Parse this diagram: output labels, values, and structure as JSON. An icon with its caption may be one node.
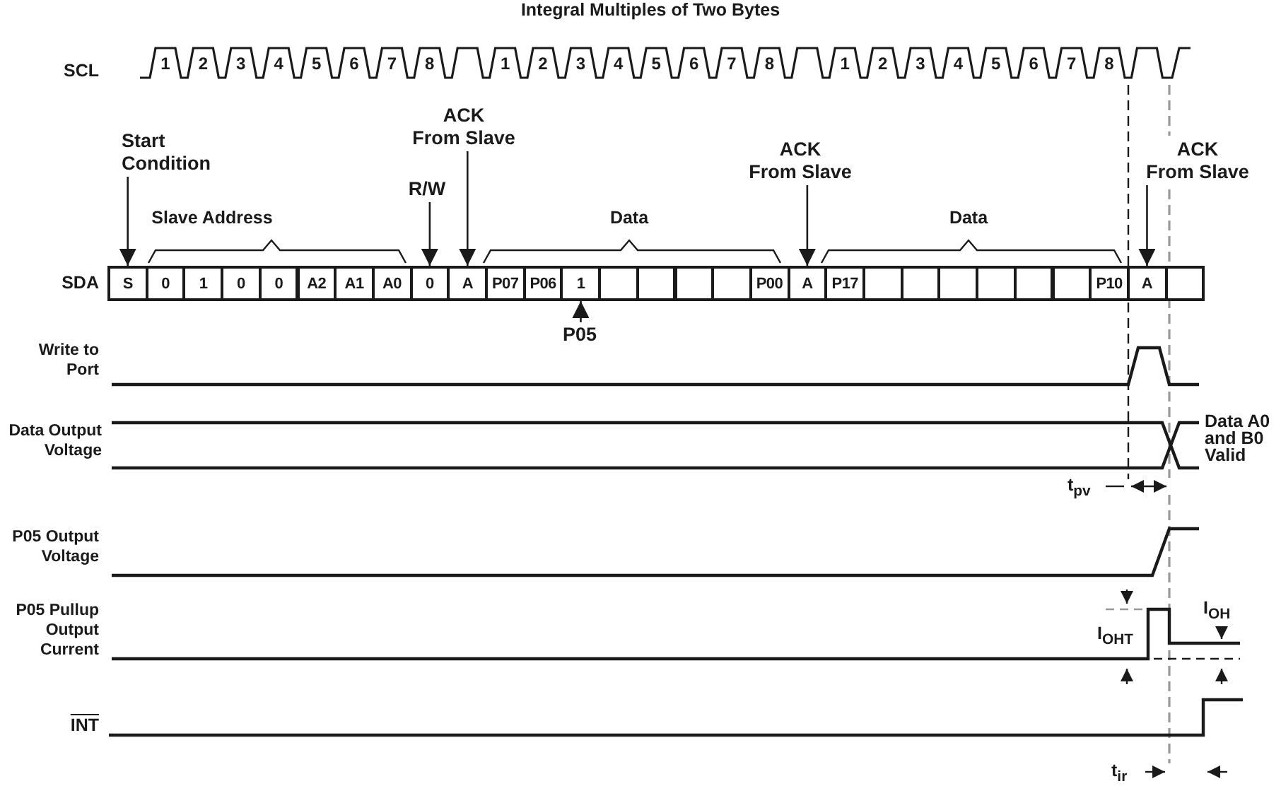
{
  "diagram": {
    "title": "Integral Multiples of Two Bytes",
    "nodes": [
      {
        "text": [
          "Start Condition"
        ]
      },
      {
        "text": [
          "R/W"
        ]
      },
      {
        "text": [
          "ACK",
          "From Slave"
        ]
      },
      {
        "text": [
          "ACK",
          "From Slave"
        ]
      },
      {
        "text": [
          "ACK",
          "From Slave"
        ]
      },
      {
        "text": [
          "S"
        ]
      },
      {
        "text": [
          "0"
        ]
      },
      {
        "text": [
          "1"
        ]
      },
      {
        "text": [
          "0"
        ]
      },
      {
        "text": [
          "0"
        ]
      },
      {
        "text": [
          "A2"
        ]
      },
      {
        "text": [
          "A1"
        ]
      },
      {
        "text": [
          "A0"
        ]
      },
      {
        "text": [
          "0"
        ]
      },
      {
        "text": [
          "A"
        ]
      },
      {
        "text": [
          "P07"
        ]
      },
      {
        "text": [
          "P06"
        ]
      },
      {
        "text": [
          "1"
        ]
      },
      {
        "text": [],
        "shape": "box"
      },
      {
        "text": [],
        "shape": "box"
      },
      {
        "text": [],
        "shape": "box"
      },
      {
        "text": [],
        "shape": "box"
      },
      {
        "text": [
          "P00"
        ]
      },
      {
        "text": [
          "A"
        ]
      },
      {
        "text": [
          "P17"
        ]
      },
      {
        "text": [],
        "shape": "box"
      },
      {
        "text": [],
        "shape": "box"
      },
      {
        "text": [],
        "shape": "box"
      },
      {
        "text": [],
        "shape": "box"
      },
      {
        "text": [],
        "shape": "box"
      },
      {
        "text": [],
        "shape": "box"
      },
      {
        "text": [
          "P10"
        ]
      },
      {
        "text": [
          "A"
        ]
      },
      {
        "text": [],
        "shape": "box"
      },
      {
        "text": [
          "P05"
        ]
      }
    ],
    "edges": [
      {
        "from": 0,
        "to": 5,
        "arrow": "to"
      },
      {
        "from": 1,
        "to": 13,
        "arrow": "to"
      },
      {
        "from": 2,
        "to": 14,
        "arrow": "to"
      },
      {
        "from": 3,
        "to": 23,
        "arrow": "to"
      },
      {
        "from": 4,
        "to": 32,
        "arrow": "to"
      },
      {
        "from": 34,
        "to": 17,
        "arrow": "to"
      }
    ],
    "labels": [
      "SCL",
      "1",
      "2",
      "3",
      "4",
      "5",
      "6",
      "7",
      "8",
      "1",
      "2",
      "3",
      "4",
      "5",
      "6",
      "7",
      "8",
      "1",
      "2",
      "3",
      "4",
      "5",
      "6",
      "7",
      "8",
      "Slave Address",
      "Data",
      "Data",
      "SDA",
      "Write to Port",
      "Data Output Voltage",
      "Data A0 and B0 Valid",
      "t$_{pv}$",
      "P05 Output Voltage",
      "P05 Pullup Output Current",
      "I$_{OHT}$",
      "I$_{OH}$",
      "INT",
      "t$_{ir}$"
    ]
  }
}
